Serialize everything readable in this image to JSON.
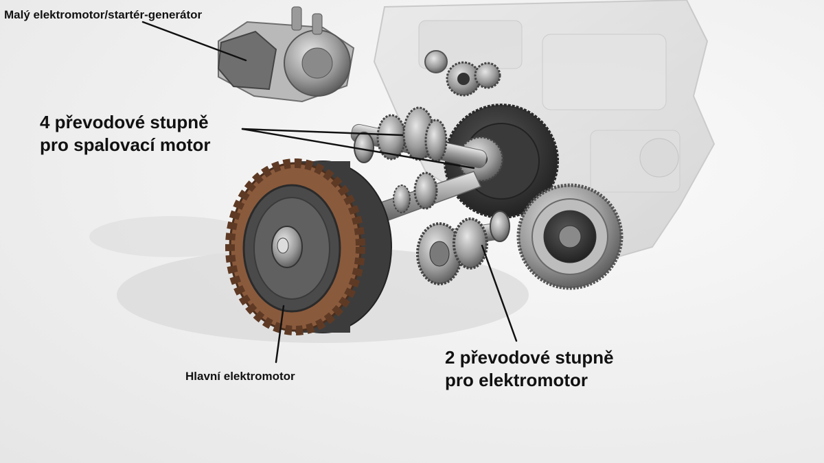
{
  "labels": {
    "starter_generator": "Malý elektromotor/startér-generátor",
    "main_motor": "Hlavní elektromotor",
    "ice_gears": {
      "line1": "4 převodové stupně",
      "line2": "pro spalovací motor"
    },
    "ev_gears": {
      "line1": "2 převodové stupně",
      "line2": "pro elektromotor"
    }
  },
  "colors": {
    "background": "#efefef",
    "label_text": "#111111",
    "leader_line": "#111111",
    "stator_copper": "#8a5a3c",
    "metal_dark": "#3a3a3a",
    "metal_light": "#bdbdbd"
  }
}
